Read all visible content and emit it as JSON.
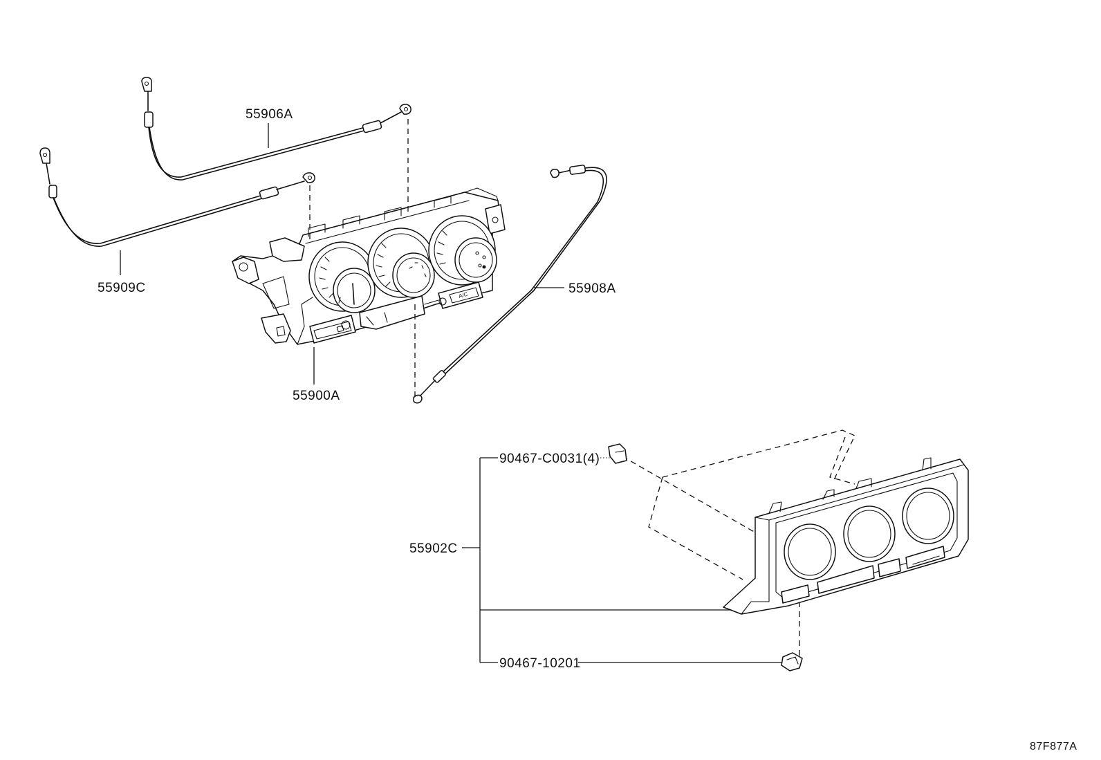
{
  "callouts": {
    "cable_55906A": "55906A",
    "cable_55909C": "55909C",
    "cable_55908A": "55908A",
    "control_55900A": "55900A",
    "panel_55902C": "55902C",
    "clip_90467_C0031": "90467-C0031(4)",
    "clip_90467_10201": "90467-10201"
  },
  "drawing_number": "87F877A"
}
